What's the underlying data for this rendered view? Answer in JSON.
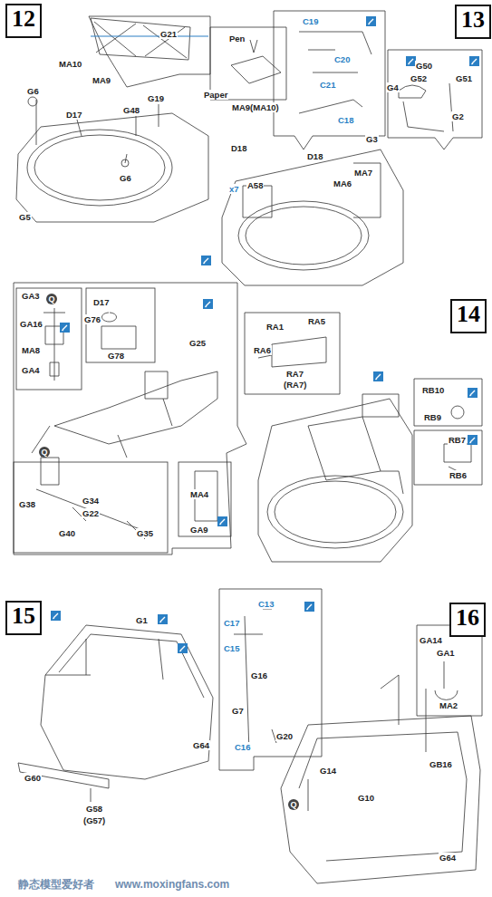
{
  "diagram": {
    "nodes": [
      {
        "text": [
          "12"
        ]
      },
      {
        "text": [
          "13"
        ]
      },
      {
        "text": [
          "14"
        ]
      },
      {
        "text": [
          "15"
        ]
      },
      {
        "text": [
          "16"
        ]
      }
    ],
    "labels": [
      "G21",
      "MA10",
      "MA9",
      "Pen",
      "Paper",
      "MA9(MA10)",
      "G6",
      "D17",
      "G48",
      "G19",
      "G6",
      "G5",
      "C19",
      "C20",
      "C21",
      "C18",
      "D18",
      "D18",
      "G3",
      "MA7",
      "MA6",
      "x7",
      "A58",
      "G50",
      "G52",
      "G51",
      "G4",
      "G2",
      "GA3",
      "GA16",
      "MA8",
      "GA4",
      "D17",
      "G76",
      "G78",
      "G25",
      "G38",
      "G34",
      "G22",
      "G40",
      "G35",
      "MA4",
      "GA9",
      "RA1",
      "RA5",
      "RA6",
      "RA7",
      "(RA7)",
      "RB10",
      "RB9",
      "RB7",
      "RB6",
      "G1",
      "G64",
      "G60",
      "G58",
      "(G57)",
      "C17",
      "C13",
      "C15",
      "G16",
      "G7",
      "G20",
      "C16",
      "GA14",
      "GA1",
      "MA2",
      "G14",
      "GB16",
      "G10",
      "G64",
      "Q",
      "Q",
      "Q",
      "静态模型爱好者",
      "www.moxingfans.com"
    ]
  }
}
